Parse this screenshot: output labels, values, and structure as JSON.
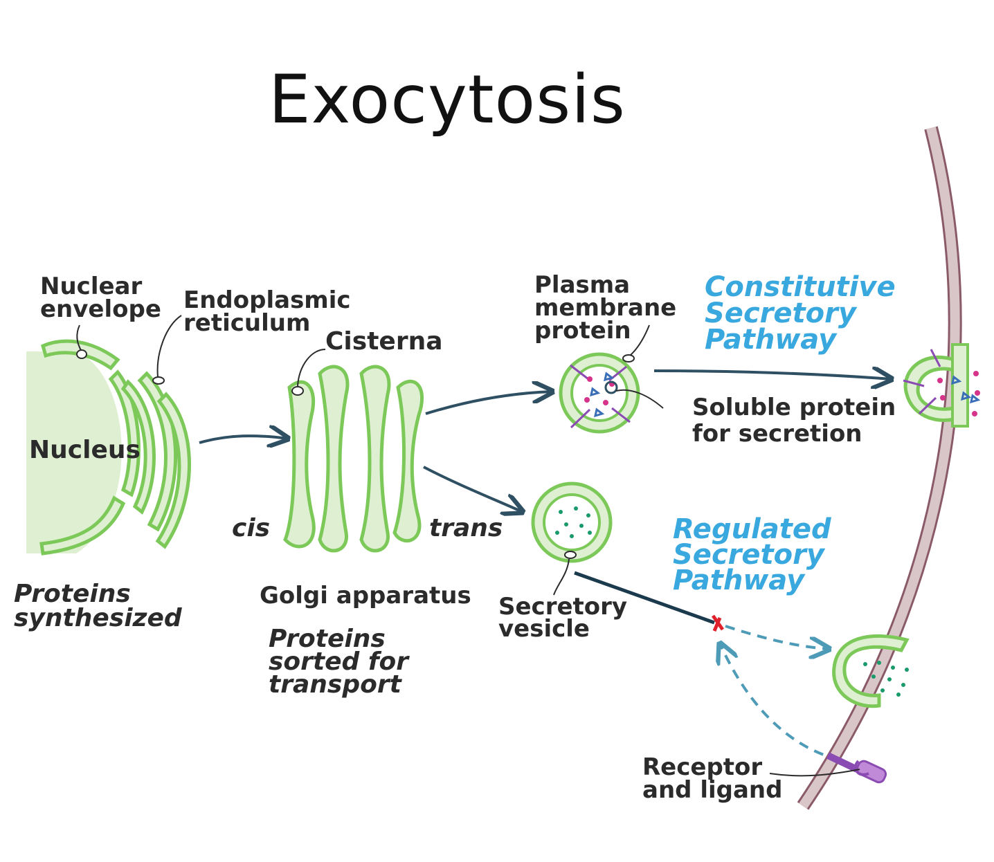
{
  "title": "Exocytosis",
  "labels": {
    "nuclear_envelope": [
      "Nuclear",
      "envelope"
    ],
    "endoplasmic_reticulum": [
      "Endoplasmic",
      "reticulum"
    ],
    "nucleus": "Nucleus",
    "cisterna": "Cisterna",
    "cis": "cis",
    "trans": "trans",
    "plasma_membrane_protein": [
      "Plasma",
      "membrane",
      "protein"
    ],
    "soluble_protein": [
      "Soluble protein",
      "for secretion"
    ],
    "secretory_vesicle": [
      "Secretory",
      "vesicle"
    ],
    "receptor_ligand": [
      "Receptor",
      "and ligand"
    ],
    "proteins_synthesized": [
      "Proteins",
      "synthesized"
    ],
    "golgi_apparatus": "Golgi apparatus",
    "proteins_sorted": [
      "Proteins",
      "sorted for",
      "transport"
    ]
  },
  "pathways": {
    "constitutive": [
      "Constitutive",
      "Secretory",
      "Pathway"
    ],
    "regulated": [
      "Regulated",
      "Secretory",
      "Pathway"
    ]
  },
  "colors": {
    "membrane_green": "#7cc95a",
    "fill_green": "#dff0d2",
    "arrow": "#2f4f63",
    "dashed": "#4e9bb8",
    "pathway_blue": "#39a8de",
    "cell_membrane": "#d9c6c8",
    "cell_membrane_edge": "#8a5a68",
    "cargo_dot": "#1a9a6a",
    "magenta": "#d6338a",
    "purple": "#8a4bb3",
    "blue_tri": "#3a6fb8"
  }
}
